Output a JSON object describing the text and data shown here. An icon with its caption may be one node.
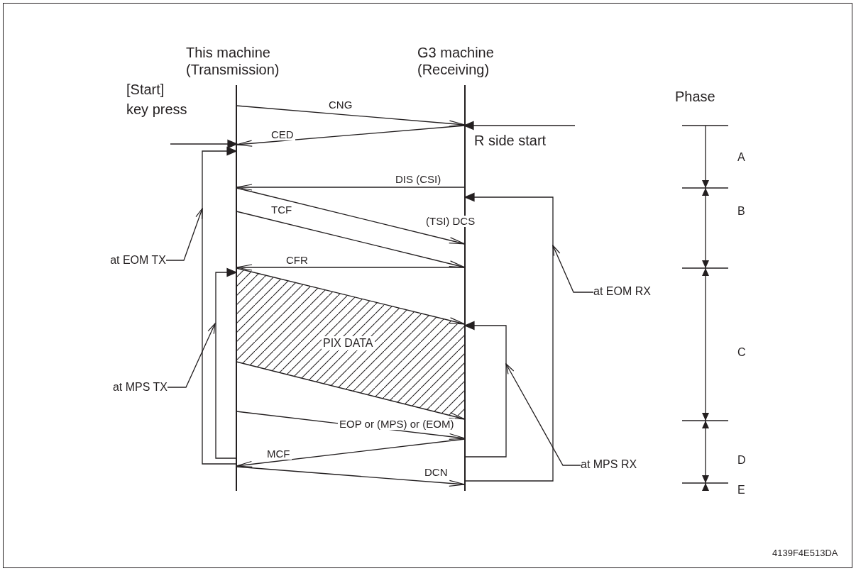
{
  "diagram": {
    "nodes": [
      {
        "text": [
          "This machine (Transmission)"
        ]
      },
      {
        "text": [
          "G3 machine (Receiving)"
        ]
      },
      {
        "text": [
          "[Start] key press"
        ]
      },
      {
        "text": [
          "PIX DATA"
        ]
      },
      {
        "text": [
          "at EOM TX"
        ]
      },
      {
        "text": [
          "at MPS TX"
        ]
      },
      {
        "text": [
          "at EOM RX"
        ]
      },
      {
        "text": [
          "at MPS RX"
        ]
      }
    ],
    "edges": [
      {
        "from": 2,
        "to": 0,
        "arrow": "to"
      },
      {
        "from": null,
        "to": 1,
        "arrow": "to",
        "label": "R side start"
      },
      {
        "from": 0,
        "to": 1,
        "arrow": "to",
        "label": "CNG"
      },
      {
        "from": 1,
        "to": 0,
        "arrow": "to",
        "label": "CED"
      },
      {
        "from": 1,
        "to": 0,
        "arrow": "to",
        "label": "DIS (CSI)"
      },
      {
        "from": 0,
        "to": 1,
        "arrow": "to",
        "label": "(TSI) DCS"
      },
      {
        "from": 0,
        "to": 1,
        "arrow": "to",
        "label": "TCF"
      },
      {
        "from": 1,
        "to": 0,
        "arrow": "to",
        "label": "CFR"
      },
      {
        "from": 0,
        "to": 1,
        "arrow": "to"
      },
      {
        "from": 0,
        "to": 1,
        "arrow": "to"
      },
      {
        "from": 0,
        "to": 1,
        "arrow": "to",
        "label": "EOP or (MPS) or (EOM)"
      },
      {
        "from": 1,
        "to": 0,
        "arrow": "to",
        "label": "MCF"
      },
      {
        "from": 0,
        "to": 1,
        "arrow": "to",
        "label": "DCN"
      },
      {
        "from": 0,
        "to": 0,
        "arrow": "to"
      },
      {
        "from": 0,
        "to": 0,
        "arrow": "to"
      },
      {
        "from": 1,
        "to": 1,
        "arrow": "to"
      },
      {
        "from": 1,
        "to": 1,
        "arrow": "to"
      },
      {
        "from": 4,
        "to": 0,
        "arrow": "to"
      },
      {
        "from": 5,
        "to": 0,
        "arrow": "to"
      },
      {
        "from": 6,
        "to": null,
        "arrow": "to"
      },
      {
        "from": 7,
        "to": null,
        "arrow": "to"
      }
    ],
    "labels": [
      "Phase",
      "A",
      "B",
      "C",
      "D",
      "E",
      "4139F4E513DA"
    ]
  }
}
